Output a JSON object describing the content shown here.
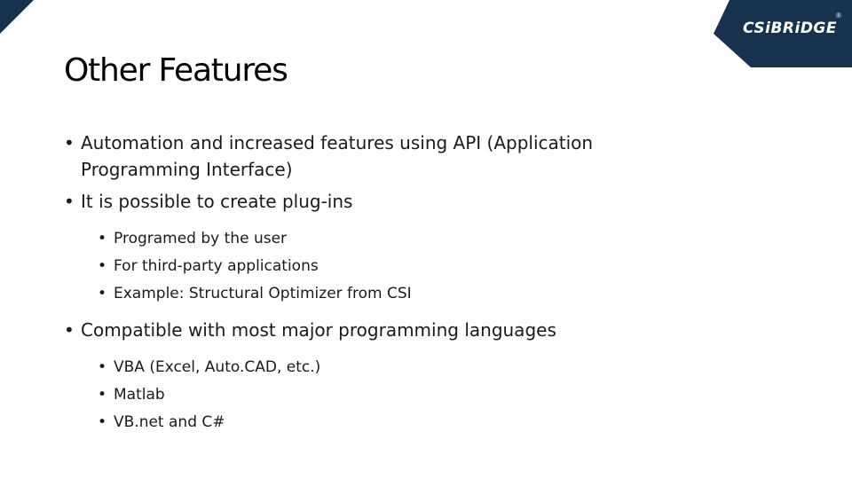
{
  "header": {
    "title": "Other Features",
    "logo": {
      "text": "CSiBRiDGE",
      "registered": "®",
      "badge_color": "#16324f"
    }
  },
  "bullets": [
    {
      "text": "Automation and increased features using API (Application Programming Interface)",
      "sub": []
    },
    {
      "text": "It is possible to create plug-ins",
      "sub": [
        "Programed by the user",
        "For third-party applications",
        "Example: Structural Optimizer from CSI"
      ]
    },
    {
      "text": "Compatible with most major programming languages",
      "sub": [
        "VBA (Excel, Auto.CAD, etc.)",
        "Matlab",
        "VB.net and C#"
      ]
    }
  ]
}
